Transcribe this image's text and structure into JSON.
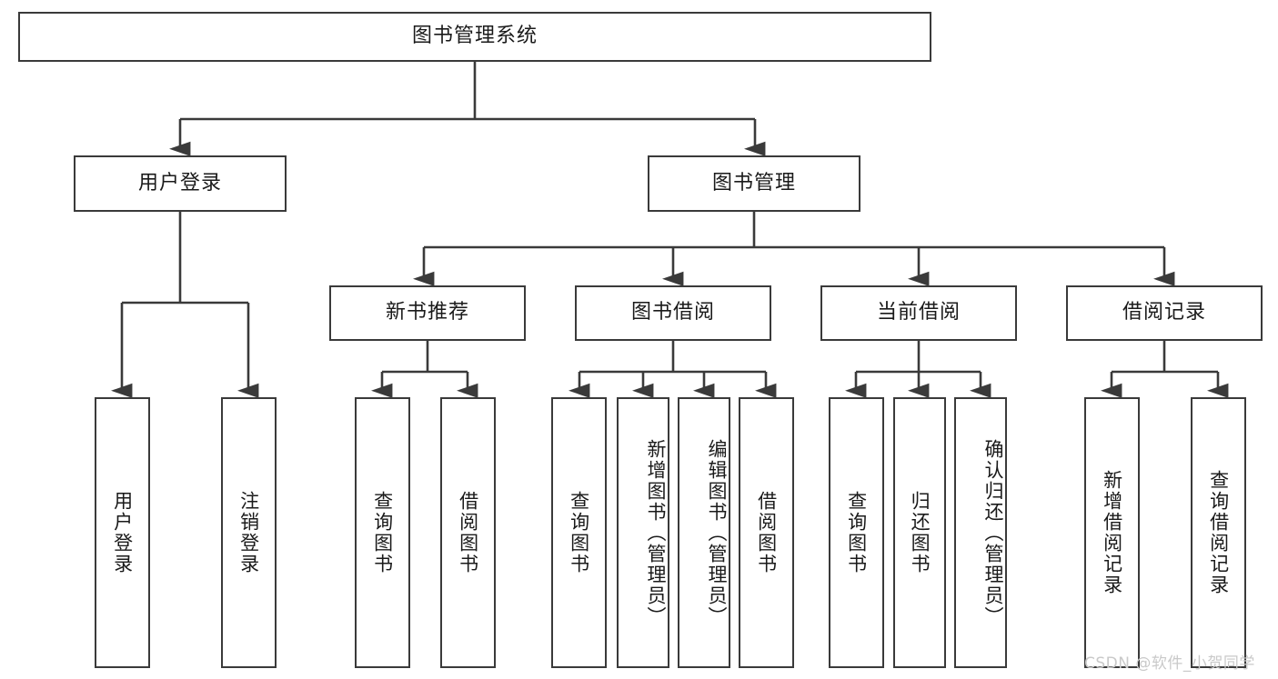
{
  "diagram": {
    "type": "tree",
    "title": "图书管理系统",
    "root": {
      "id": "root",
      "label": "图书管理系统"
    },
    "level2": [
      {
        "id": "user-login",
        "label": "用户登录"
      },
      {
        "id": "book-manage",
        "label": "图书管理"
      }
    ],
    "level3": [
      {
        "id": "new-book-rec",
        "label": "新书推荐",
        "parent": "book-manage"
      },
      {
        "id": "book-borrow",
        "label": "图书借阅",
        "parent": "book-manage"
      },
      {
        "id": "current-borrow",
        "label": "当前借阅",
        "parent": "book-manage"
      },
      {
        "id": "borrow-record",
        "label": "借阅记录",
        "parent": "book-manage"
      }
    ],
    "leaves": [
      {
        "id": "leaf-user-login",
        "label": "用户登录",
        "parent": "user-login"
      },
      {
        "id": "leaf-user-logout",
        "label": "注销登录",
        "parent": "user-login"
      },
      {
        "id": "leaf-query-book-1",
        "label": "查询图书",
        "parent": "new-book-rec"
      },
      {
        "id": "leaf-borrow-book-1",
        "label": "借阅图书",
        "parent": "new-book-rec"
      },
      {
        "id": "leaf-query-book-2",
        "label": "查询图书",
        "parent": "book-borrow"
      },
      {
        "id": "leaf-add-book",
        "label": "新增图书（管理员）",
        "parent": "book-borrow"
      },
      {
        "id": "leaf-edit-book",
        "label": "编辑图书（管理员）",
        "parent": "book-borrow"
      },
      {
        "id": "leaf-borrow-book-2",
        "label": "借阅图书",
        "parent": "book-borrow"
      },
      {
        "id": "leaf-query-book-3",
        "label": "查询图书",
        "parent": "current-borrow"
      },
      {
        "id": "leaf-return-book",
        "label": "归还图书",
        "parent": "current-borrow"
      },
      {
        "id": "leaf-confirm-return",
        "label": "确认归还（管理员）",
        "parent": "current-borrow"
      },
      {
        "id": "leaf-add-record",
        "label": "新增借阅记录",
        "parent": "borrow-record"
      },
      {
        "id": "leaf-query-record",
        "label": "查询借阅记录",
        "parent": "borrow-record"
      }
    ],
    "colors": {
      "box_border": "#3a3a3a",
      "box_fill": "#ffffff",
      "connector": "#3a3a3a",
      "text": "#1a1a1a",
      "watermark": "#c9c9c9"
    }
  },
  "watermark": {
    "text": "CSDN @软件_小贺同学"
  }
}
